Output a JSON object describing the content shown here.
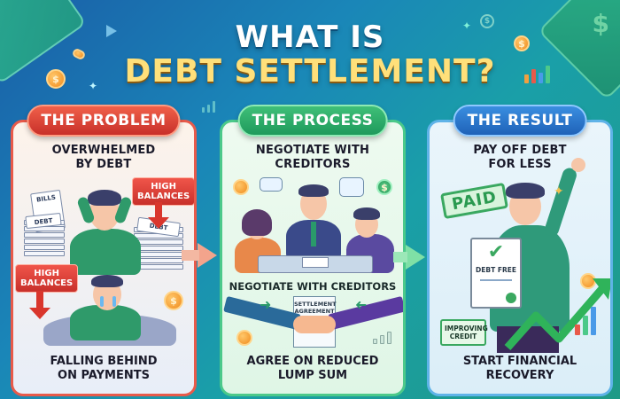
{
  "header": {
    "title_line1": "WHAT IS",
    "title_line2": "DEBT SETTLEMENT?"
  },
  "colors": {
    "problem_accent": "#e85a4a",
    "process_accent": "#4cc98a",
    "result_accent": "#5fb3e8",
    "title_white": "#ffffff",
    "title_yellow": "#ffe07a"
  },
  "panels": [
    {
      "label": "THE PROBLEM",
      "subheading": "OVERWHELMED BY DEBT",
      "subheading_line1": "OVERWHELMED",
      "subheading_line2": "BY DEBT",
      "tags": [
        "HIGH BALANCES",
        "HIGH BALANCES"
      ],
      "tag_line1": "HIGH",
      "tag_line2": "BALANCES",
      "papers": [
        "BILLS",
        "DEBT",
        "DEBT"
      ],
      "footer_line1": "FALLING BEHIND",
      "footer_line2": "ON PAYMENTS"
    },
    {
      "label": "THE PROCESS",
      "subheading_line1": "NEGOTIATE WITH",
      "subheading_line2": "CREDITORS",
      "caption": "NEGOTIATE WITH CREDITORS",
      "document_line1": "SETTLEMENT",
      "document_line2": "AGREEMENT",
      "footer_line1": "AGREE ON REDUCED",
      "footer_line2": "LUMP SUM"
    },
    {
      "label": "THE RESULT",
      "subheading_line1": "PAY OFF DEBT",
      "subheading_line2": "FOR LESS",
      "stamp": "PAID",
      "certificate": "DEBT FREE",
      "badge_line1": "IMPROVING",
      "badge_line2": "CREDIT",
      "footer_line1": "START FINANCIAL",
      "footer_line2": "RECOVERY"
    }
  ],
  "icons": {
    "coin_symbol": "$",
    "sparkle": "✦",
    "check": "✔"
  }
}
